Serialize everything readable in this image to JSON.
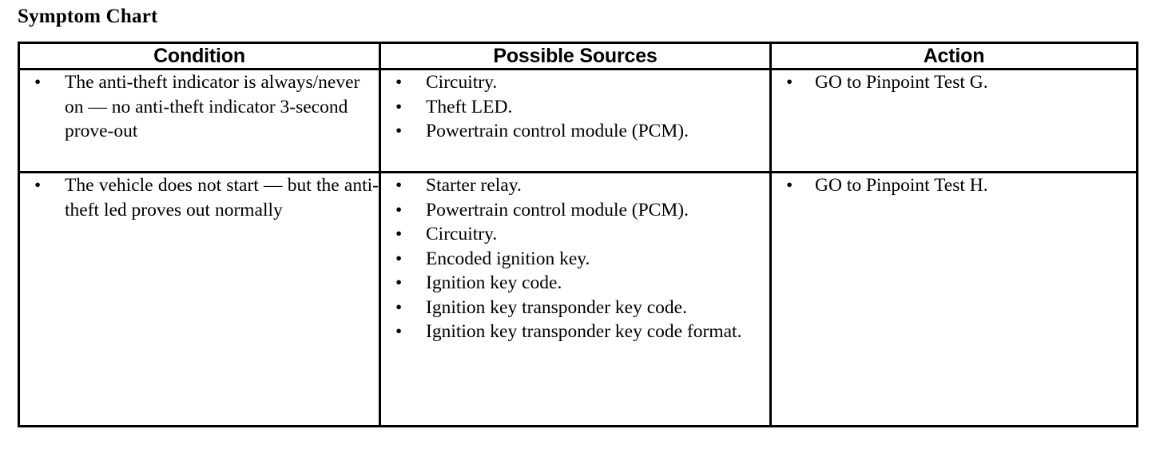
{
  "document": {
    "title": "Symptom Chart"
  },
  "table": {
    "headers": [
      "Condition",
      "Possible Sources",
      "Action"
    ],
    "rows": [
      {
        "condition": [
          "The anti-theft indicator is always/never on — no anti-theft indicator 3-second prove-out"
        ],
        "possible_sources": [
          "Circuitry.",
          "Theft LED.",
          "Powertrain control module (PCM)."
        ],
        "action": [
          "GO to Pinpoint Test G."
        ]
      },
      {
        "condition": [
          "The vehicle does not start — but the anti-theft led proves out normally"
        ],
        "possible_sources": [
          "Starter relay.",
          "Powertrain control module (PCM).",
          "Circuitry.",
          "Encoded ignition key.",
          "Ignition key code.",
          "Ignition key transponder key code.",
          "Ignition key transponder key code format."
        ],
        "action": [
          "GO to Pinpoint Test H."
        ]
      }
    ],
    "bullet_glyph": "•"
  },
  "colors": {
    "text": "#000000",
    "background": "#ffffff",
    "border": "#000000"
  }
}
